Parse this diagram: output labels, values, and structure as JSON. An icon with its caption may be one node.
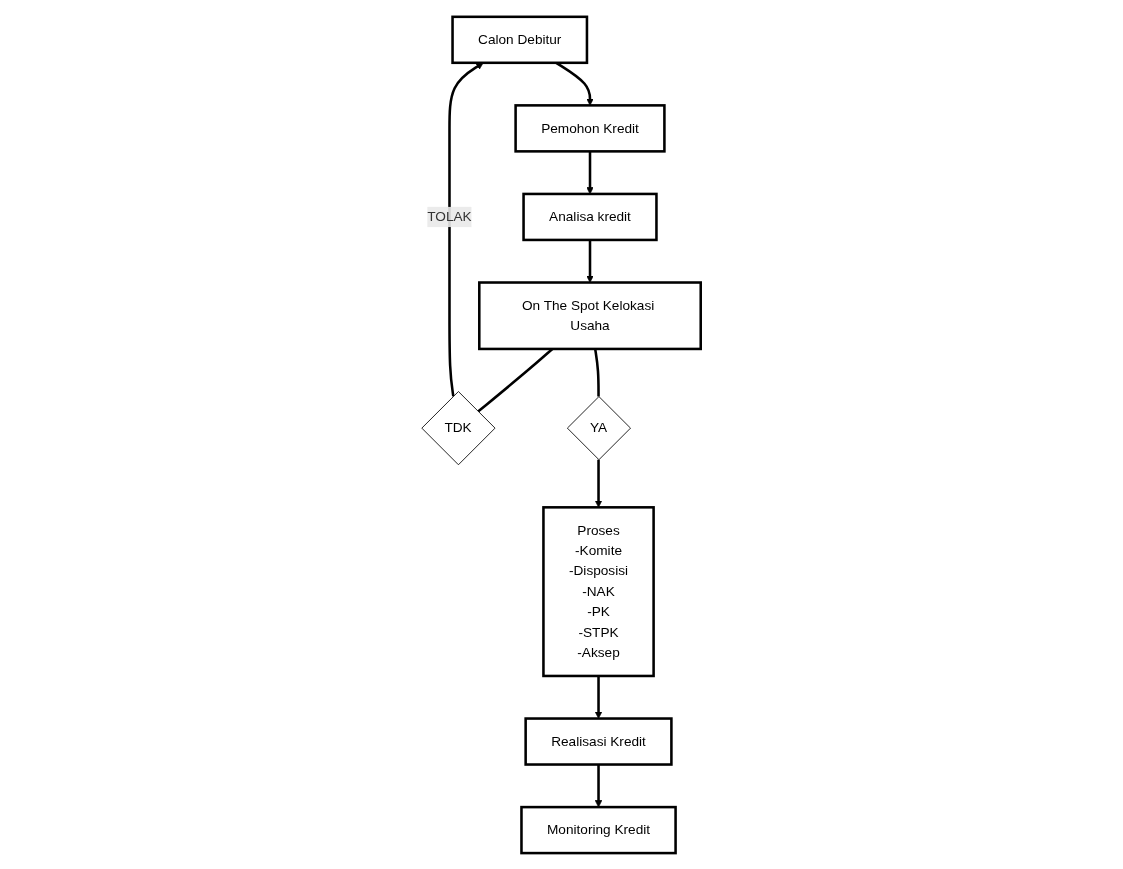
{
  "diagram": {
    "nodes": [
      {
        "text": [
          "Calon Debitur"
        ]
      },
      {
        "text": [
          "Pemohon Kredit"
        ]
      },
      {
        "text": [
          "Analisa kredit"
        ]
      },
      {
        "text": [
          "On The Spot Kelokasi Usaha"
        ]
      },
      {
        "text": [
          "TDK"
        ]
      },
      {
        "text": [
          "YA"
        ]
      },
      {
        "text": [
          "Proses",
          "-Komite",
          "-Disposisi",
          "-NAK",
          "-PK",
          "-STPK",
          "-Aksep"
        ]
      },
      {
        "text": [
          "Realisasi Kredit"
        ]
      },
      {
        "text": [
          "Monitoring Kredit"
        ]
      }
    ],
    "edges": [
      {
        "from": 0,
        "to": 1,
        "arrow": "to"
      },
      {
        "from": 1,
        "to": 2,
        "arrow": "to"
      },
      {
        "from": 2,
        "to": 3,
        "arrow": "to"
      },
      {
        "from": 3,
        "to": 4,
        "arrow": "none"
      },
      {
        "from": 3,
        "to": 5,
        "arrow": "none"
      },
      {
        "from": 4,
        "to": 0,
        "arrow": "to",
        "label": "TOLAK"
      },
      {
        "from": 5,
        "to": 6,
        "arrow": "to"
      },
      {
        "from": 6,
        "to": 7,
        "arrow": "to"
      },
      {
        "from": 7,
        "to": 8,
        "arrow": "to"
      }
    ]
  }
}
